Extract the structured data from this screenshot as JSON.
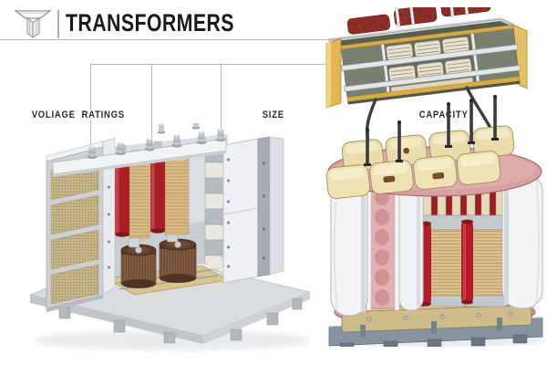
{
  "header": {
    "title": "TRANSFORMERS",
    "logo_icon": "transformer-core-icon"
  },
  "callouts": [
    {
      "id": "voltage",
      "label": "VOLIAGE RATINGS"
    },
    {
      "id": "size",
      "label": "SIZE"
    },
    {
      "id": "capacity",
      "label": "CAPACITY"
    }
  ],
  "figures": [
    {
      "id": "cutaway-transformer",
      "alt": "Cutaway transformer enclosure with winding coils"
    },
    {
      "id": "shell-transformer",
      "alt": "Shell-type transformer with terminal blocks"
    },
    {
      "id": "winding-assembly",
      "alt": "Exploded winding assembly block"
    }
  ],
  "colors": {
    "background": "#ffffff",
    "text_dark": "#1b1b1d",
    "line_gray": "#b3b5b8",
    "coil_red": "#b01f27",
    "copper_red": "#8c2d27",
    "winding_tan": "#d9ba85",
    "panel_green": "#78816f",
    "gold": "#d9a945",
    "gasket_pink": "#d8a0a0",
    "terminal_cream": "#ecdfad",
    "base_tan": "#cfbc8a",
    "steel_gray": "#cdd1d5",
    "skid_slate": "#8893a1"
  }
}
